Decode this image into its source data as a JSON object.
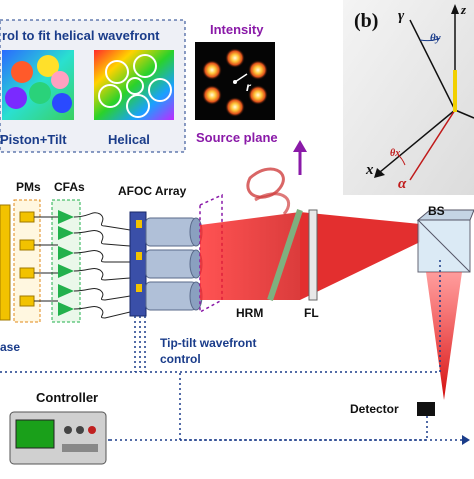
{
  "top_panel": {
    "title": "rol to fit helical wavefront",
    "label_piston_tilt": "Piston+Tilt",
    "label_helical": "Helical"
  },
  "intensity_panel": {
    "title": "Intensity",
    "source_plane": "Source plane",
    "r_symbol": "r"
  },
  "panel_b": {
    "tag": "(b)",
    "gamma": "γ",
    "theta_y": "θy",
    "z": "z",
    "x": "x",
    "theta_x": "θx",
    "alpha": "α"
  },
  "components": {
    "pms": "PMs",
    "cfas": "CFAs",
    "afoc_array": "AFOC Array",
    "bs": "BS",
    "hrm": "HRM",
    "fl": "FL",
    "phase_fragment": "ase",
    "tip_tilt_line1": "Tip-tilt wavefront",
    "tip_tilt_line2": "control",
    "controller": "Controller",
    "detector": "Detector"
  },
  "colors": {
    "accent_blue": "#1a3c8a",
    "accent_purple": "#8a1aa8",
    "beam_red": "#e01818",
    "amplifier_green": "#22b14c",
    "modulator_yellow": "#f2c200",
    "afoc_blue": "#3a4fa8"
  }
}
